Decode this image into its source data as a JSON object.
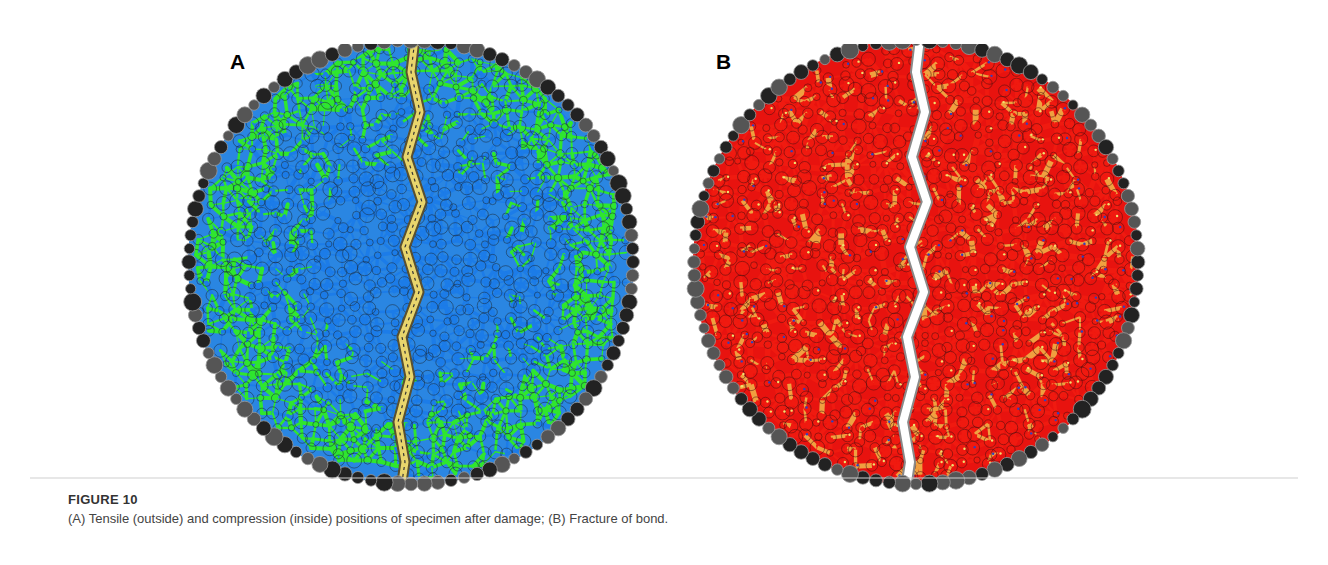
{
  "diagram": {
    "title": "FIGURE 10",
    "caption": "(A) Tensile (outside) and compression (inside) positions of specimen after damage; (B) Fracture of bond.",
    "labels": [
      "A",
      "B"
    ]
  }
}
